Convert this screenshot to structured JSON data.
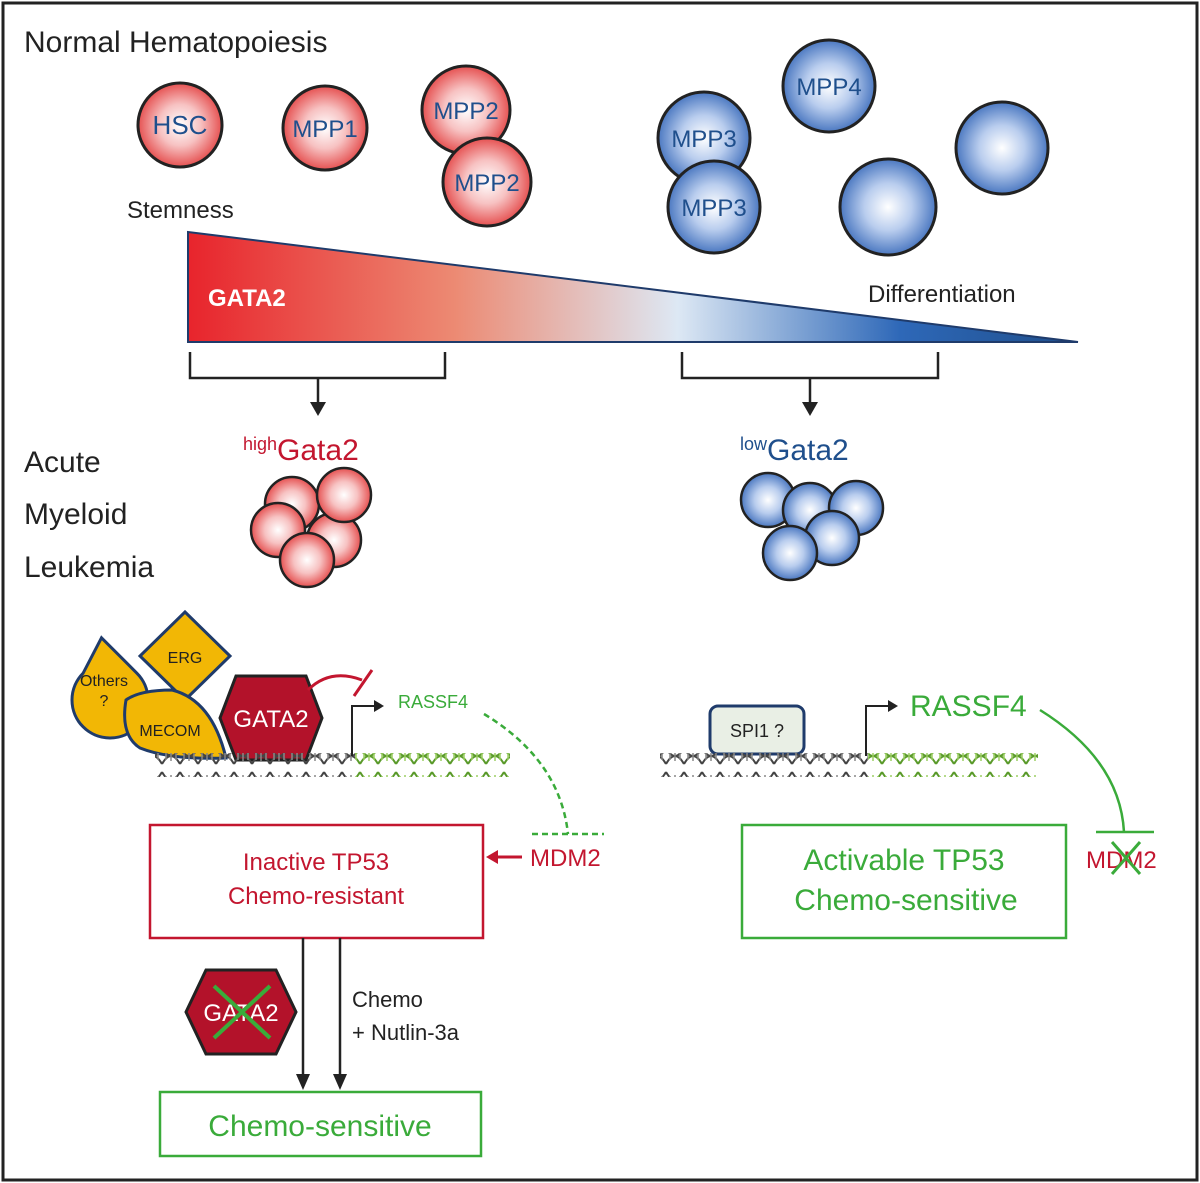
{
  "title": "Normal Hematopoiesis",
  "cells": {
    "hsc": "HSC",
    "mpp1": "MPP1",
    "mpp2": "MPP2",
    "mpp3": "MPP3",
    "mpp4": "MPP4"
  },
  "gradient": {
    "stemness": "Stemness",
    "gata2": "GATA2",
    "differentiation": "Differentiation"
  },
  "aml": {
    "line1": "Acute",
    "line2": "Myeloid",
    "line3": "Leukemia",
    "high_sup": "high",
    "high_gene": "Gata2",
    "low_sup": "low",
    "low_gene": "Gata2"
  },
  "left_panel": {
    "others": "Others",
    "others_q": "?",
    "erg": "ERG",
    "mecom": "MECOM",
    "gata2": "GATA2",
    "rassf4": "RASSF4",
    "mdm2": "MDM2",
    "box_line1": "Inactive TP53",
    "box_line2": "Chemo-resistant",
    "gata2_crossed": "GATA2",
    "chemo_line1": "Chemo",
    "chemo_line2": "+ Nutlin-3a",
    "result": "Chemo-sensitive"
  },
  "right_panel": {
    "spi1": "SPI1 ?",
    "rassf4": "RASSF4",
    "mdm2": "MDM2",
    "box_line1": "Activable TP53",
    "box_line2": "Chemo-sensitive"
  },
  "colors": {
    "red": "#c3162f",
    "navy": "#1f4f8c",
    "green": "#3aab3a",
    "orange": "#f2b705",
    "dark_red": "#b3122a"
  }
}
